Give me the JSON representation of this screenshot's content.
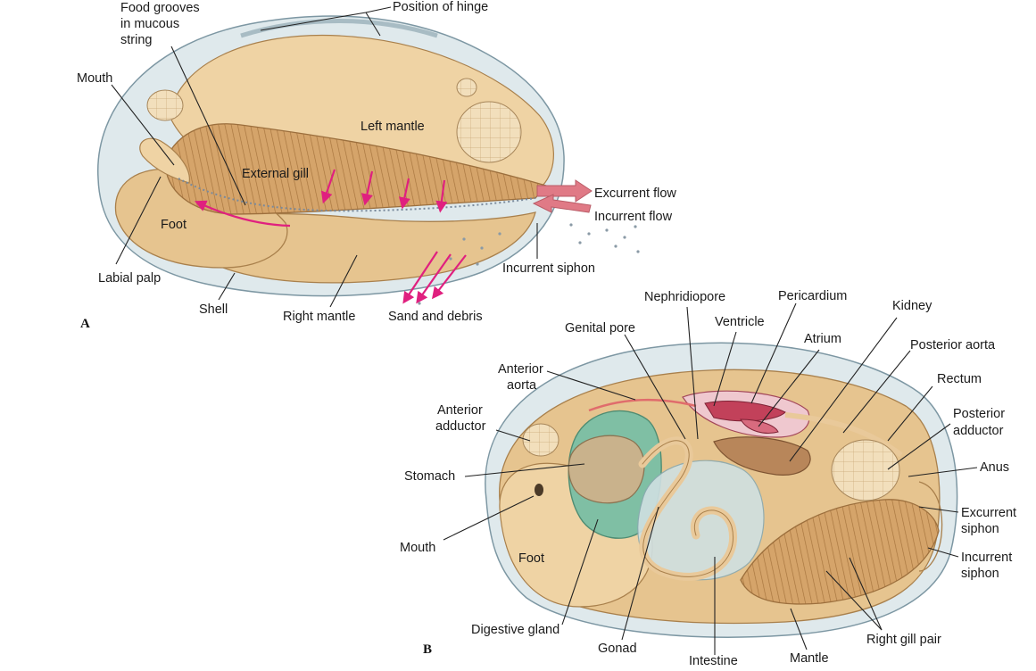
{
  "panels": {
    "a": "A",
    "b": "B"
  },
  "labels_a": {
    "food_grooves": [
      "Food grooves",
      "in mucous",
      "string"
    ],
    "position_of_hinge": "Position of hinge",
    "mouth": "Mouth",
    "left_mantle": "Left mantle",
    "external_gill": "External gill",
    "excurrent_flow": "Excurrent flow",
    "incurrent_flow": "Incurrent flow",
    "foot": "Foot",
    "incurrent_siphon": "Incurrent siphon",
    "labial_palp": "Labial palp",
    "shell": "Shell",
    "right_mantle": "Right mantle",
    "sand_and_debris": "Sand and debris"
  },
  "labels_b": {
    "nephridiopore": "Nephridiopore",
    "pericardium": "Pericardium",
    "kidney": "Kidney",
    "ventricle": "Ventricle",
    "genital_pore": "Genital pore",
    "atrium": "Atrium",
    "posterior_aorta": "Posterior aorta",
    "anterior_aorta": [
      "Anterior",
      "aorta"
    ],
    "rectum": "Rectum",
    "anterior_adductor": [
      "Anterior",
      "adductor"
    ],
    "posterior_adductor": [
      "Posterior",
      "adductor"
    ],
    "anus": "Anus",
    "stomach": "Stomach",
    "excurrent_siphon": [
      "Excurrent",
      "siphon"
    ],
    "incurrent_siphon": [
      "Incurrent",
      "siphon"
    ],
    "mouth": "Mouth",
    "foot": "Foot",
    "digestive_gland": "Digestive gland",
    "right_gill_pair": "Right gill pair",
    "gonad": "Gonad",
    "intestine": "Intestine",
    "mantle": "Mantle"
  },
  "colors": {
    "shell": "#dfe9ec",
    "tissue": "#e6c48f",
    "gill": "#d5a46a",
    "flow_arrow": "#e07a86",
    "cilia_arrow": "#e0207f",
    "heart": "#c2415a",
    "digestive_gland": "#7fbfa4",
    "gonad": "#cfe0e2",
    "kidney": "#b8865a"
  }
}
